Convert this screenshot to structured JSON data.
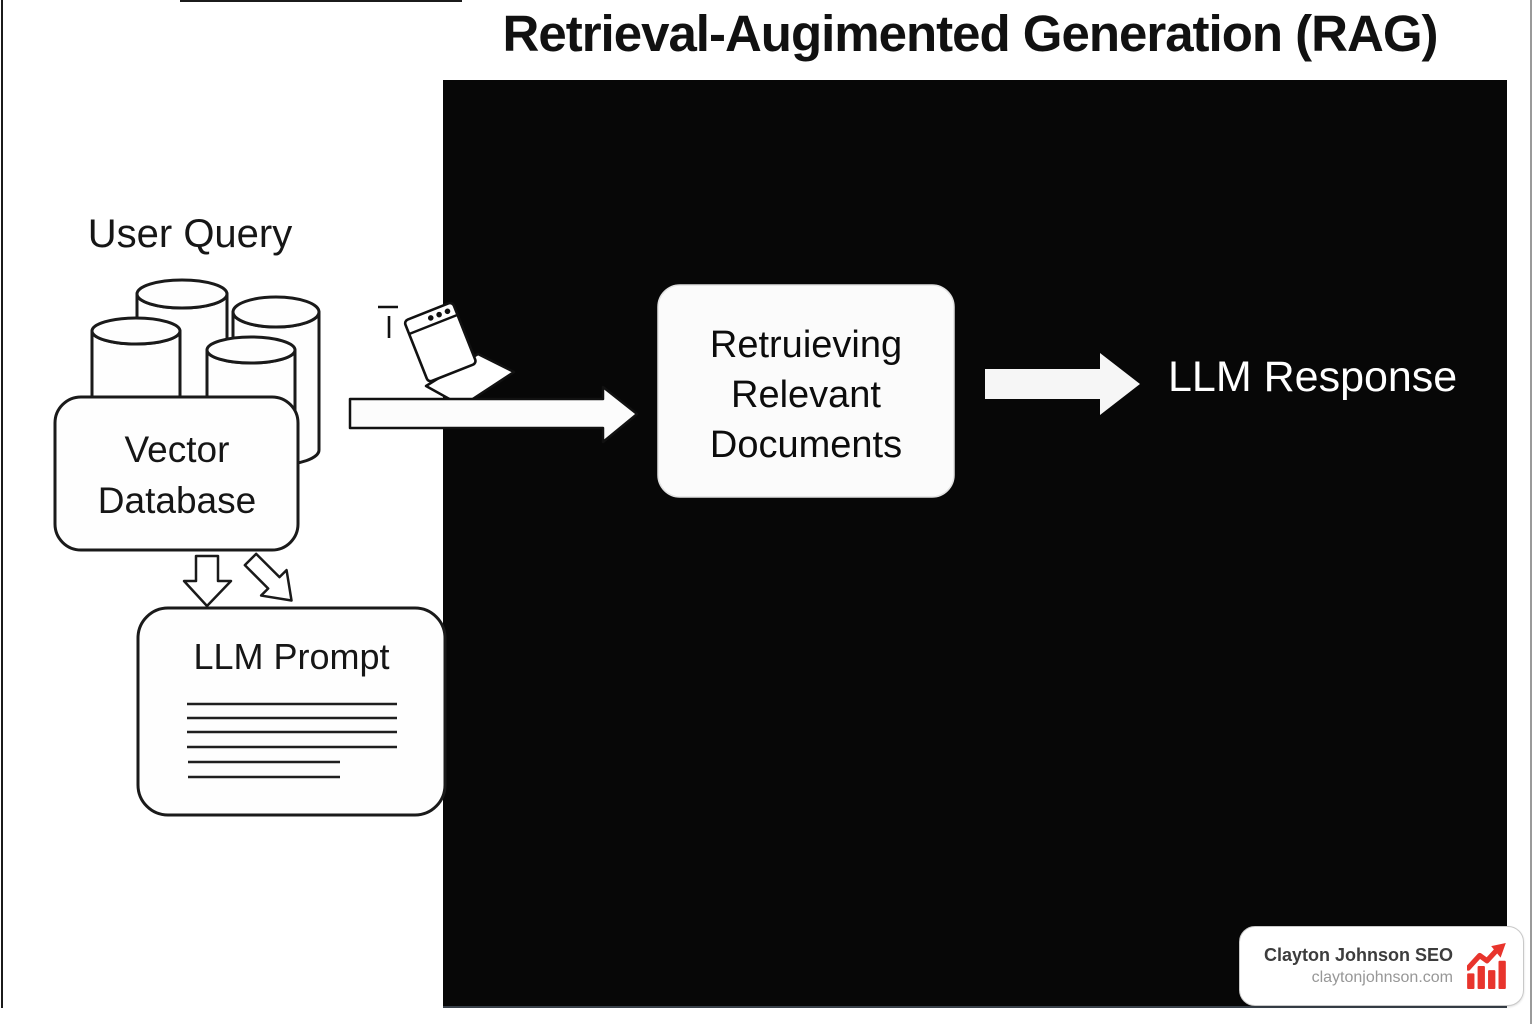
{
  "title": "Retrieval-Augimented Generation (RAG)",
  "diagram": {
    "user_query_label": "User Query",
    "vector_database": {
      "line1": "Vector",
      "line2": "Database"
    },
    "llm_prompt_label": "LLM Prompt",
    "retrieving": {
      "line1": "Retruieving",
      "line2": "Relevant",
      "line3": "Documents"
    },
    "llm_response_label": "LLM Response"
  },
  "icons": {
    "database": "database-cylinders-icon",
    "browser": "browser-window-icon",
    "cursor": "text-cursor-icon",
    "chart": "growth-chart-icon"
  },
  "badge": {
    "name": "Clayton Johnson SEO",
    "website": "claytonjohnson.com"
  },
  "colors": {
    "panel_black": "#070707",
    "accent_red": "#e8342c",
    "outline": "#1a1a1a"
  }
}
